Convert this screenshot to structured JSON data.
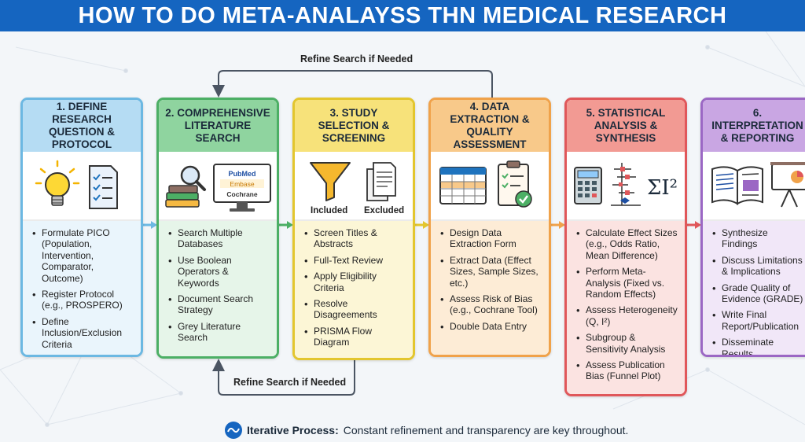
{
  "title": "HOW TO DO META-ANALAYSS THN MEDICAL RESEARCH",
  "refine_top": "Refine Search if Needed",
  "refine_bottom": "Refine Search if Needed",
  "colors": {
    "title_bar": "#1565c0",
    "step1": "#6cb8e2",
    "step2": "#4caf65",
    "step3": "#e3c62e",
    "step4": "#f0a24a",
    "step5": "#e0575a",
    "step6": "#9b67c4"
  },
  "steps": [
    {
      "heading": "1. Define Research Question & Protocol",
      "icons": [
        "lightbulb-icon",
        "checklist-icon"
      ],
      "items": [
        "Formulate PICO (Population, Intervention, Comparator, Outcome)",
        "Register Protocol (e.g., PROSPERO)",
        "Define Inclusion/Exclusion Criteria"
      ]
    },
    {
      "heading": "2. Comprehensive Literature Search",
      "icons": [
        "books-magnifier-icon",
        "database-monitor-icon"
      ],
      "monitor_lines": [
        "PubMed",
        "Embase",
        "Cochrane"
      ],
      "items": [
        "Search Multiple Databases",
        "Use Boolean Operators & Keywords",
        "Document Search Strategy",
        "Grey Literature Search"
      ]
    },
    {
      "heading": "3. Study Selection & Screening",
      "icons": [
        "funnel-icon",
        "documents-icon"
      ],
      "icon_labels": [
        "Included",
        "Excluded"
      ],
      "items": [
        "Screen Titles & Abstracts",
        "Full-Text Review",
        "Apply Eligibility Criteria",
        "Resolve Disagreements",
        "PRISMA Flow Diagram"
      ]
    },
    {
      "heading": "4. Data Extraction & Quality Assessment",
      "icons": [
        "spreadsheet-icon",
        "clipboard-check-icon"
      ],
      "items": [
        "Design Data Extraction Form",
        "Extract Data (Effect Sizes, Sample Sizes, etc.)",
        "Assess Risk of Bias (e.g., Cochrane Tool)",
        "Double Data Entry"
      ]
    },
    {
      "heading": "5. Statistical Analysis & Synthesis",
      "icons": [
        "calculator-icon",
        "forest-plot-icon",
        "sigma-i2-icon"
      ],
      "formula": "ΣI²",
      "items": [
        "Calculate Effect Sizes (e.g., Odds Ratio, Mean Difference)",
        "Perform Meta-Analysis (Fixed vs. Random Effects)",
        "Assess Heterogeneity (Q, I²)",
        "Subgroup & Sensitivity Analysis",
        "Assess Publication Bias (Funnel Plot)"
      ]
    },
    {
      "heading": "6. Interpretation & Reporting",
      "icons": [
        "open-book-icon",
        "presentation-icon"
      ],
      "items": [
        "Synthesize Findings",
        "Discuss Limitations & Implications",
        "Grade Quality of Evidence (GRADE)",
        "Write Final Report/Publication",
        "Disseminate Results"
      ]
    }
  ],
  "footer": {
    "icon": "process-wave-icon",
    "bold": "Iterative Process:",
    "text": "Constant refinement and transparency are key throughout."
  }
}
